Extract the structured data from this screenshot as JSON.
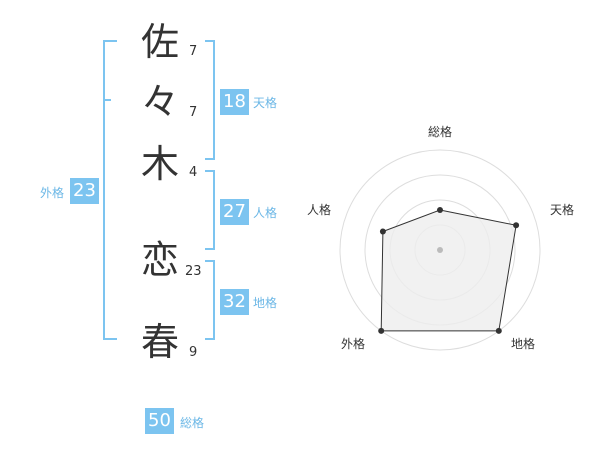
{
  "name": {
    "chars": [
      {
        "char": "佐",
        "strokes": "7"
      },
      {
        "char": "々",
        "strokes": "7"
      },
      {
        "char": "木",
        "strokes": "4"
      },
      {
        "char": "恋",
        "strokes": "23"
      },
      {
        "char": "春",
        "strokes": "9"
      }
    ]
  },
  "fortune": {
    "tenkaku": {
      "value": "18",
      "label": "天格"
    },
    "jinkaku": {
      "value": "27",
      "label": "人格"
    },
    "chikaku": {
      "value": "32",
      "label": "地格"
    },
    "gaikaku": {
      "value": "23",
      "label": "外格"
    },
    "soukaku": {
      "value": "50",
      "label": "総格"
    }
  },
  "colors": {
    "accent": "#7cc4f0",
    "accent_text": "#6bb7e6",
    "text": "#333333",
    "radar_fill": "#eeeeee",
    "radar_line": "#333333"
  },
  "chart_data": {
    "type": "radar",
    "axes": [
      "総格",
      "天格",
      "地格",
      "外格",
      "人格"
    ],
    "values": [
      2,
      4,
      5,
      5,
      3
    ],
    "max": 5,
    "rings": 4
  }
}
